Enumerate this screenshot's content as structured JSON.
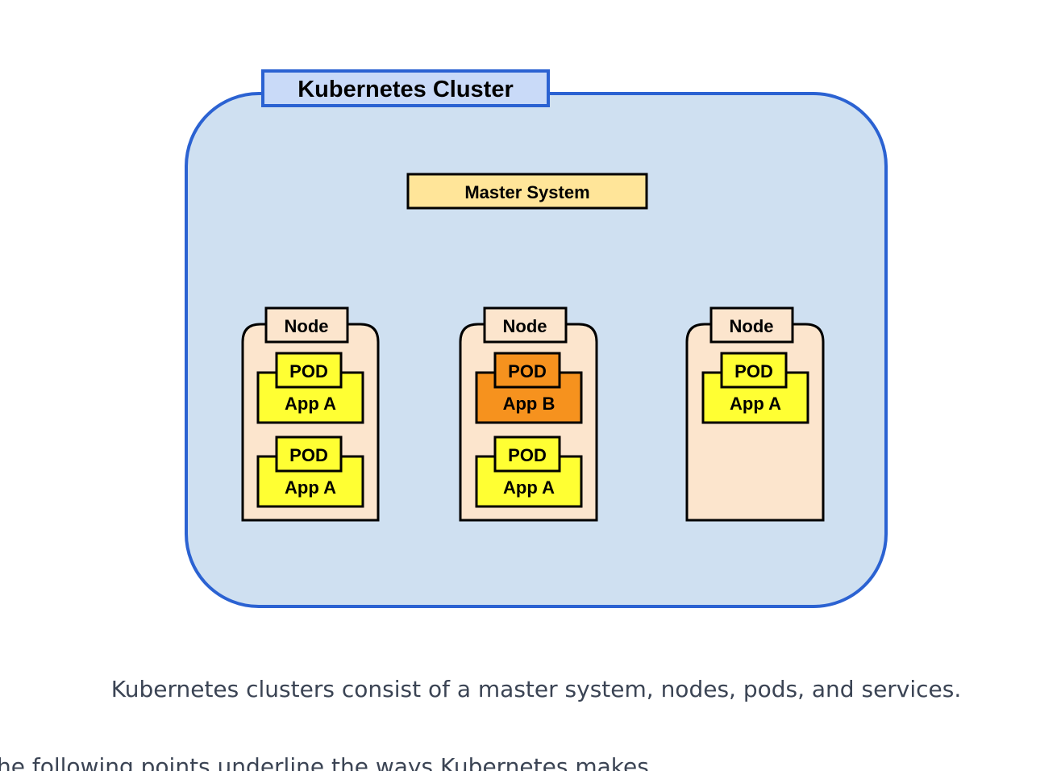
{
  "diagram": {
    "cluster_label": "Kubernetes Cluster",
    "master_label": "Master System",
    "nodes": [
      {
        "label": "Node",
        "pods": [
          {
            "pod_label": "POD",
            "app_label": "App A"
          },
          {
            "pod_label": "POD",
            "app_label": "App A"
          }
        ]
      },
      {
        "label": "Node",
        "pods": [
          {
            "pod_label": "POD",
            "app_label": "App B"
          },
          {
            "pod_label": "POD",
            "app_label": "App A"
          }
        ]
      },
      {
        "label": "Node",
        "pods": [
          {
            "pod_label": "POD",
            "app_label": "App A"
          }
        ]
      }
    ]
  },
  "caption": "Kubernetes clusters consist of a master system, nodes, pods, and services.",
  "next_text": "he following points underline the ways Kubernetes makes",
  "colors": {
    "cluster_fill": "#cfe0f1",
    "cluster_stroke": "#2b62d2",
    "cluster_tab_fill": "#c9daf8",
    "master_fill": "#ffe599",
    "node_fill": "#fce5cd",
    "app_a_fill": "#ffff33",
    "app_b_fill": "#f6921e",
    "outline": "#000000",
    "caption_text": "#3b4454"
  }
}
